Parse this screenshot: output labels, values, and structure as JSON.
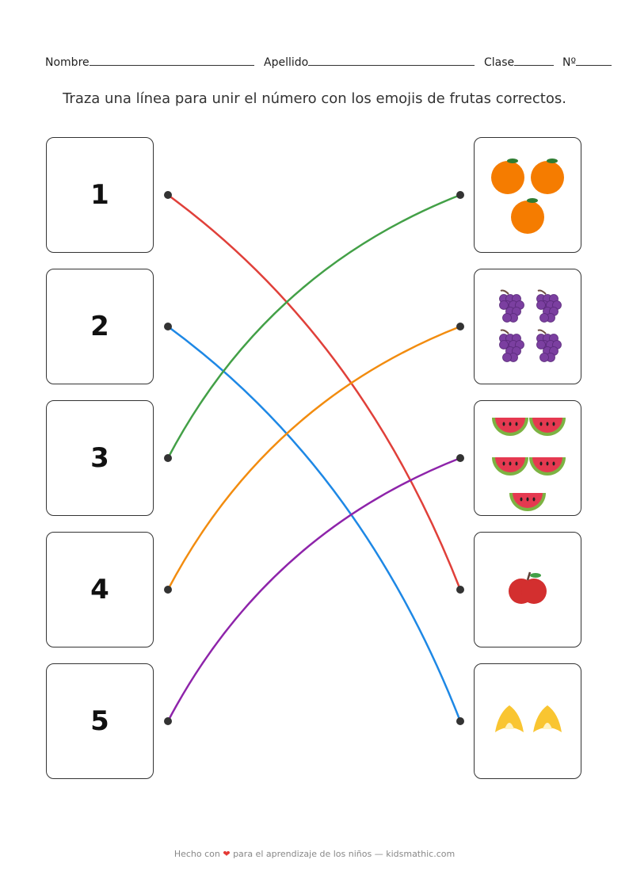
{
  "header": {
    "nombre": "Nombre",
    "apellido": "Apellido",
    "clase": "Clase",
    "numero": "Nº"
  },
  "instruction": "Traza una línea para unir el número con los emojis de frutas correctos.",
  "numbers": [
    "1",
    "2",
    "3",
    "4",
    "5"
  ],
  "fruits": [
    {
      "name": "orange",
      "count": 3,
      "color": "#f57c00"
    },
    {
      "name": "grapes",
      "count": 4,
      "color": "#7b3fa0"
    },
    {
      "name": "watermelon",
      "count": 5,
      "color": "#e53950"
    },
    {
      "name": "apple",
      "count": 1,
      "color": "#d32f2f"
    },
    {
      "name": "banana",
      "count": 2,
      "color": "#f9c531"
    }
  ],
  "connections": [
    {
      "from": 1,
      "to": 4,
      "color": "#e0403a"
    },
    {
      "from": 2,
      "to": 5,
      "color": "#1e88e5"
    },
    {
      "from": 3,
      "to": 1,
      "color": "#43a047"
    },
    {
      "from": 4,
      "to": 2,
      "color": "#f28c0f"
    },
    {
      "from": 5,
      "to": 3,
      "color": "#8e24aa"
    }
  ],
  "footer": {
    "before": "Hecho con",
    "heart": "❤",
    "after": "para el aprendizaje de los niños — kidsmathic.com"
  }
}
